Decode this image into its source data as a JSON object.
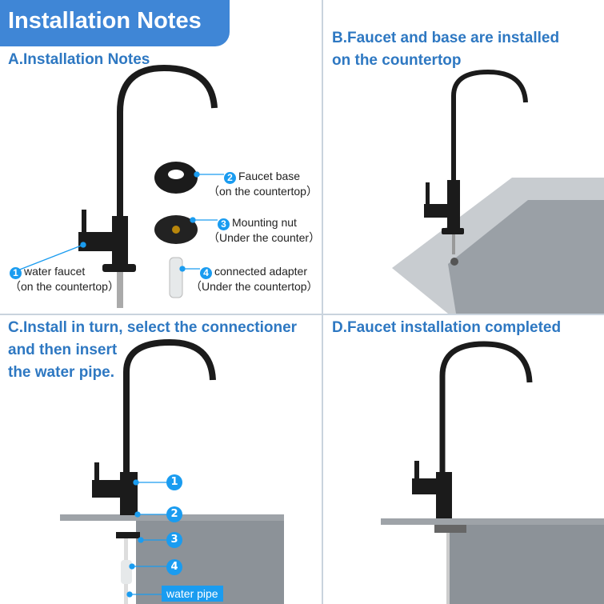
{
  "badge": "Installation Notes",
  "panels": {
    "a": {
      "title": "A.Installation Notes",
      "parts": [
        {
          "num": "1",
          "name": "water faucet",
          "location": "（on the countertop）"
        },
        {
          "num": "2",
          "name": "Faucet base",
          "location": "（on the countertop）"
        },
        {
          "num": "3",
          "name": "Mounting nut",
          "location": "（Under the counter）"
        },
        {
          "num": "4",
          "name": "connected adapter",
          "location": "（Under the countertop）"
        }
      ]
    },
    "b": {
      "title_line1": "B.Faucet and base are installed",
      "title_line2": "on the countertop"
    },
    "c": {
      "title_line1": "C.Install in turn, select the connectioner",
      "title_line2": "and then insert",
      "title_line3": "the water pipe.",
      "markers": [
        "1",
        "2",
        "3",
        "4"
      ],
      "pipe_label": "water pipe"
    },
    "d": {
      "title": "D.Faucet installation completed"
    }
  },
  "colors": {
    "heading": "#2e78c2",
    "badge": "#3f86d6",
    "callout": "#1a9cf0",
    "faucet": "#1b1b1b"
  }
}
